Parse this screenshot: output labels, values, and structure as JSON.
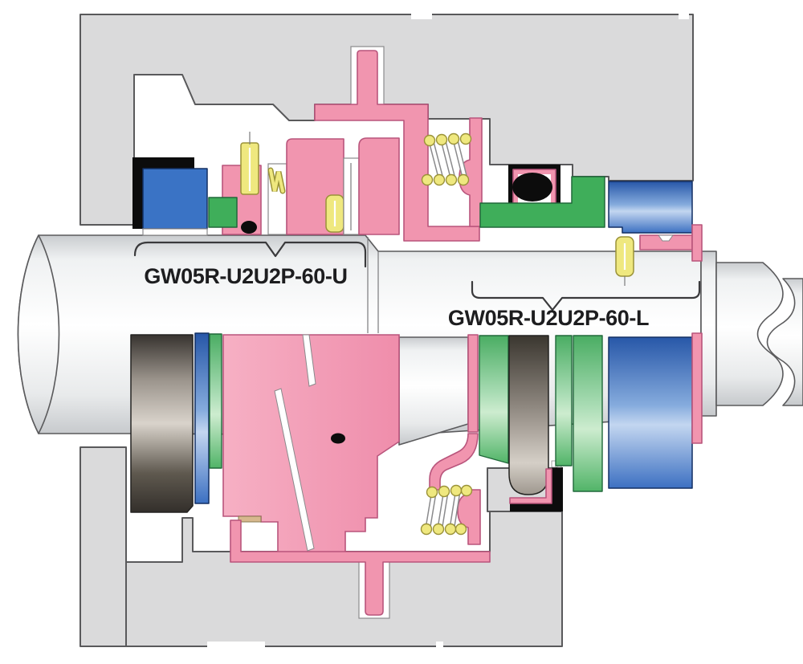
{
  "diagram": {
    "type": "mechanical-seal-cross-section",
    "labels": {
      "upper_seal": "GW05R-U2U2P-60-U",
      "lower_seal": "GW05R-U2U2P-60-L"
    }
  },
  "colors": {
    "housing": "#dadadb",
    "outline": "#59595b",
    "pink": "#f195af",
    "pink-stroke": "#b9557c",
    "green": "#3fae5a",
    "green-stroke": "#20683a",
    "blue": "#3a73c5",
    "blue-stroke": "#122f63",
    "yellow": "#efe87f",
    "yellow-stroke": "#9a9238",
    "black": "#0c0c0c",
    "tan": "#d7b88e",
    "label-text": "#1d1d1f"
  }
}
